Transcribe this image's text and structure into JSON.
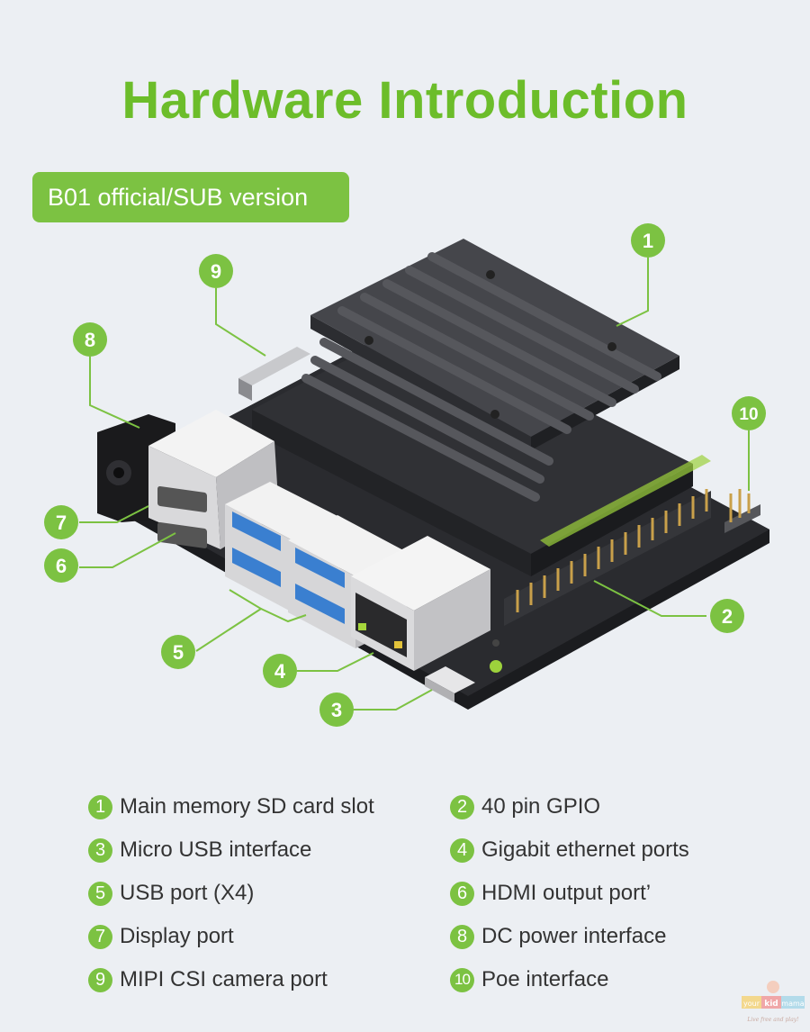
{
  "title": "Hardware Introduction",
  "version_label": "B01 official/SUB version",
  "callouts": [
    "1",
    "2",
    "3",
    "4",
    "5",
    "6",
    "7",
    "8",
    "9",
    "10"
  ],
  "legend": [
    {
      "num": "1",
      "label": "Main memory SD card slot"
    },
    {
      "num": "2",
      "label": "40 pin GPIO"
    },
    {
      "num": "3",
      "label": "Micro USB interface"
    },
    {
      "num": "4",
      "label": "Gigabit ethernet ports"
    },
    {
      "num": "5",
      "label": "USB port (X4)"
    },
    {
      "num": "6",
      "label": "HDMI output port’"
    },
    {
      "num": "7",
      "label": "Display port"
    },
    {
      "num": "8",
      "label": "DC power interface"
    },
    {
      "num": "9",
      "label": "MIPI CSI camera port"
    },
    {
      "num": "10",
      "label": "Poe interface"
    }
  ],
  "watermark": {
    "word1": "your",
    "word2": "kid",
    "word3": "mama",
    "tagline": "Live free and play!"
  },
  "colors": {
    "accent": "#7cc242",
    "title": "#6cbd2a",
    "background": "#eceff3",
    "board": "#26272b",
    "heatsink": "#3a3b3f"
  }
}
